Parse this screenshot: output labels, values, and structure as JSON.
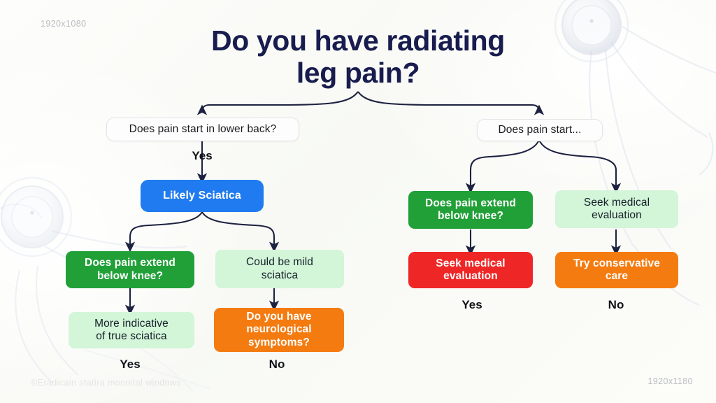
{
  "slide": {
    "title": "Do you have radiating\nleg pain?",
    "background_color": "#fbfbf8",
    "title_color": "#181c4e"
  },
  "watermarks": {
    "top_left": "1920x1080",
    "bottom_right": "1920x1180",
    "bottom_left": "©Eradicain statira monoital windows"
  },
  "palette": {
    "blue": "#1f7bef",
    "green": "#21a038",
    "light_green": "#d3f5d8",
    "red": "#ef2626",
    "orange": "#f47b10",
    "plain_bg": "#fdfdfd",
    "connector": "#1d2240"
  },
  "chart_data": {
    "type": "diagram",
    "title": "Do you have radiating leg pain?",
    "nodes": [
      {
        "id": "root",
        "label": "Do you have radiating\nleg pain?",
        "style": "title",
        "branch": "root"
      },
      {
        "id": "q-lower-back",
        "label": "Does pain start in lower back?",
        "style": "plain",
        "branch": "left"
      },
      {
        "id": "q-pain-start",
        "label": "Does pain start...",
        "style": "plain",
        "branch": "right"
      },
      {
        "id": "likely-sciatica",
        "label": "Likely Sciatica",
        "style": "blue",
        "branch": "left"
      },
      {
        "id": "q-below-knee-l",
        "label": "Does pain extend\nbelow knee?",
        "style": "green",
        "branch": "left"
      },
      {
        "id": "mild-sciatica",
        "label": "Could be mild\nsciatica",
        "style": "light-green",
        "branch": "left"
      },
      {
        "id": "true-sciatica",
        "label": "More indicative\nof true sciatica",
        "style": "light-green",
        "branch": "left"
      },
      {
        "id": "q-neuro",
        "label": "Do you have\nneurological\nsymptoms?",
        "style": "orange",
        "branch": "left"
      },
      {
        "id": "q-below-knee-r",
        "label": "Does pain extend\nbelow knee?",
        "style": "green",
        "branch": "right"
      },
      {
        "id": "seek-eval-light",
        "label": "Seek medical\nevaluation",
        "style": "light-green",
        "branch": "right"
      },
      {
        "id": "seek-eval-red",
        "label": "Seek medical\nevaluation",
        "style": "red",
        "branch": "right"
      },
      {
        "id": "conservative",
        "label": "Try conservative\ncare",
        "style": "orange",
        "branch": "right"
      }
    ],
    "edges": [
      {
        "from": "root",
        "to": "q-lower-back",
        "label": ""
      },
      {
        "from": "root",
        "to": "q-pain-start",
        "label": ""
      },
      {
        "from": "q-lower-back",
        "to": "likely-sciatica",
        "label": "Yes"
      },
      {
        "from": "likely-sciatica",
        "to": "q-below-knee-l",
        "label": ""
      },
      {
        "from": "likely-sciatica",
        "to": "mild-sciatica",
        "label": ""
      },
      {
        "from": "q-below-knee-l",
        "to": "true-sciatica",
        "label": ""
      },
      {
        "from": "mild-sciatica",
        "to": "q-neuro",
        "label": ""
      },
      {
        "from": "true-sciatica",
        "to": "",
        "label": "Yes"
      },
      {
        "from": "q-neuro",
        "to": "",
        "label": "No"
      },
      {
        "from": "q-pain-start",
        "to": "q-below-knee-r",
        "label": ""
      },
      {
        "from": "q-pain-start",
        "to": "seek-eval-light",
        "label": ""
      },
      {
        "from": "q-below-knee-r",
        "to": "seek-eval-red",
        "label": ""
      },
      {
        "from": "seek-eval-light",
        "to": "conservative",
        "label": ""
      },
      {
        "from": "seek-eval-red",
        "to": "",
        "label": "Yes"
      },
      {
        "from": "conservative",
        "to": "",
        "label": "No"
      }
    ]
  },
  "nodes": {
    "q_lower_back": "Does pain start in lower back?",
    "q_pain_start": "Does pain start...",
    "likely_sciatica": "Likely Sciatica",
    "q_below_knee_left": "Does pain extend\nbelow knee?",
    "mild_sciatica": "Could be mild\nsciatica",
    "true_sciatica": "More indicative\nof true sciatica",
    "q_neuro": "Do you have\nneurological\nsymptoms?",
    "q_below_knee_right": "Does pain extend\nbelow knee?",
    "seek_eval_light": "Seek medical\nevaluation",
    "seek_eval_red": "Seek medical\nevaluation",
    "conservative_care": "Try conservative\ncare"
  },
  "edge_labels": {
    "yes_lower_back": "Yes",
    "yes_true_sciatica": "Yes",
    "no_neuro": "No",
    "yes_seek_eval": "Yes",
    "no_conservative": "No"
  }
}
